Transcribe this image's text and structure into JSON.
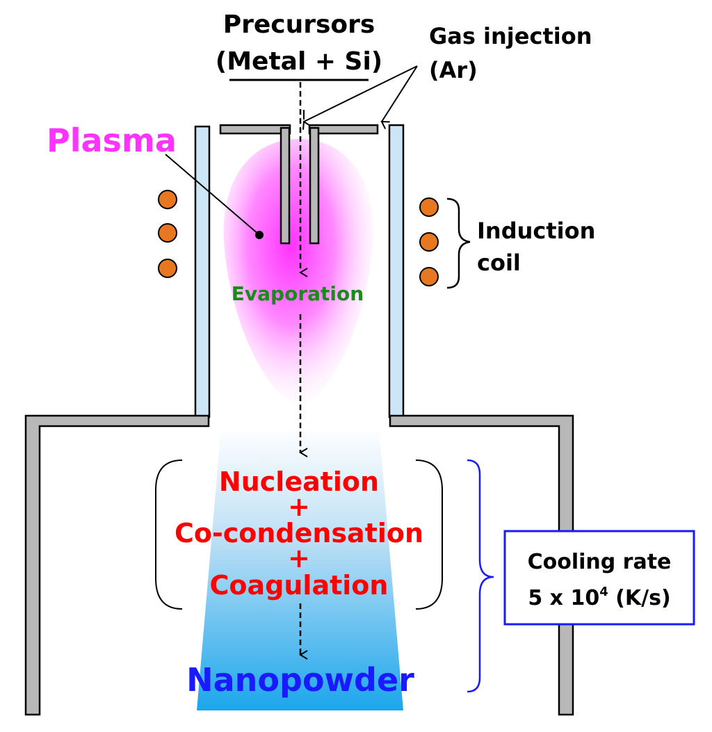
{
  "labels": {
    "precursors_line1": "Precursors",
    "precursors_line2": "(Metal + Si)",
    "gas_line1": "Gas injection",
    "gas_line2": "(Ar)",
    "plasma": "Plasma",
    "induction_line1": "Induction",
    "induction_line2": "coil",
    "evaporation": "Evaporation",
    "nucleation": "Nucleation",
    "plus1": "+",
    "cocondensation": "Co-condensation",
    "plus2": "+",
    "coagulation": "Coagulation",
    "nanopowder": "Nanopowder",
    "cooling_line1": "Cooling rate",
    "cooling_line2_base": "5 x 10",
    "cooling_line2_exp": "4",
    "cooling_line2_unit": " (K/s)"
  },
  "colors": {
    "plasma": "#ff33ff",
    "evaporation": "#1a8a1a",
    "process": "#ff0000",
    "nanopowder": "#1a1aff",
    "cooling_box": "#1a1aff",
    "coil": "#e87722",
    "tube": "#cde6f7",
    "wall": "#c0c0c0"
  }
}
